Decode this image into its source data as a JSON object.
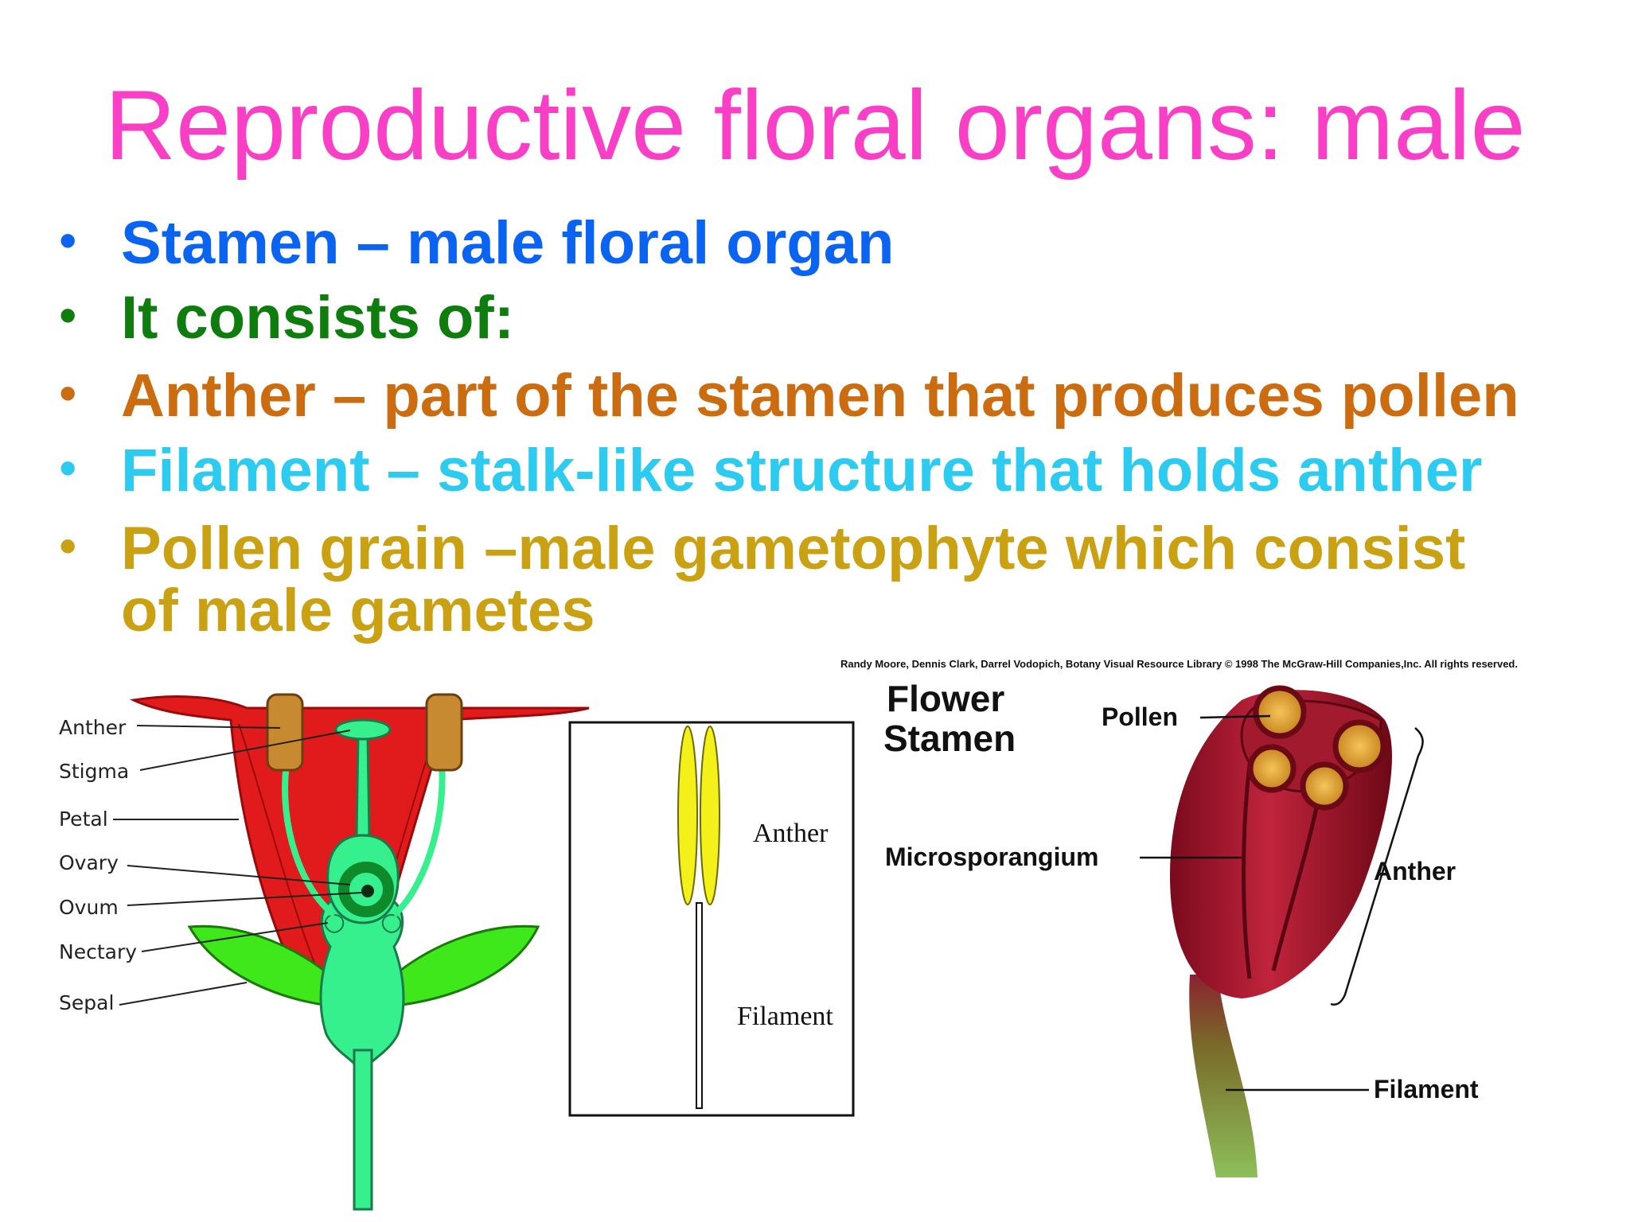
{
  "slide": {
    "title": "Reproductive floral organs: male",
    "colors": {
      "title": "#f93fc6",
      "stamen": "#0b63f2",
      "consists": "#0e7d0e",
      "anther": "#cc6c10",
      "filament": "#2ecbf0",
      "pollen": "#c9a113"
    },
    "bullets": [
      {
        "text": "Stamen – male floral organ",
        "color": "#0b63f2"
      },
      {
        "text": "It consists of:",
        "color": "#0e7d0e"
      },
      {
        "text": "Anther – part of the stamen that produces pollen",
        "color": "#cc6c10"
      },
      {
        "text": "Filament – stalk-like structure that holds anther",
        "color": "#2ecbf0"
      },
      {
        "text": "Pollen grain –male gametophyte which consist",
        "color": "#c9a113"
      },
      {
        "text": "of male gametes",
        "color": "#c9a113",
        "continuation": true
      }
    ]
  },
  "flower_diagram": {
    "labels": [
      "Anther",
      "Stigma",
      "Petal",
      "Ovary",
      "Ovum",
      "Nectary",
      "Sepal"
    ]
  },
  "stamen_box": {
    "anther_label": "Anther",
    "filament_label": "Filament"
  },
  "stamen_3d": {
    "credit": "Randy Moore, Dennis Clark, Darrel Vodopich, Botany Visual Resource Library © 1998 The McGraw-Hill Companies,Inc. All rights reserved.",
    "heading_line1": "Flower",
    "heading_line2": "Stamen",
    "pollen_label": "Pollen",
    "microsporangium_label": "Microsporangium",
    "anther_label": "Anther",
    "filament_label": "Filament"
  }
}
